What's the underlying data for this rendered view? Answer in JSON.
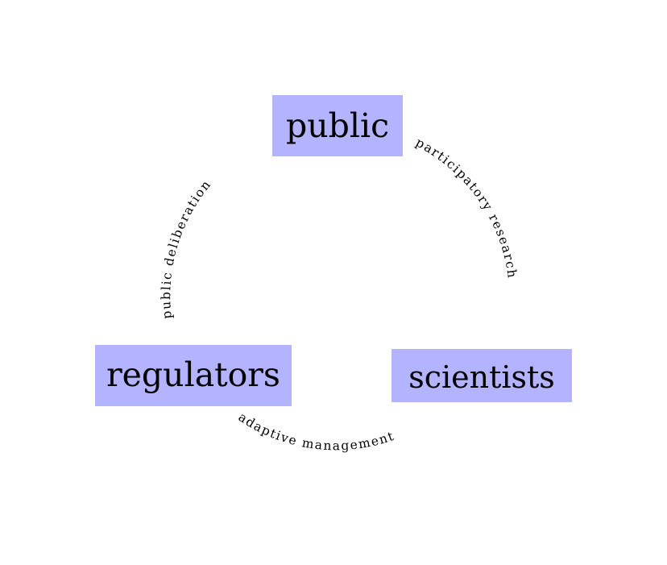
{
  "colors": {
    "node_fill": "#b3b3ff",
    "text": "#000000",
    "background": "#ffffff"
  },
  "nodes": {
    "public": "public",
    "regulators": "regulators",
    "scientists": "scientists"
  },
  "edges": {
    "public_scientists": "participatory research",
    "regulators_public": "public deliberation",
    "regulators_scientists": "adaptive management"
  }
}
